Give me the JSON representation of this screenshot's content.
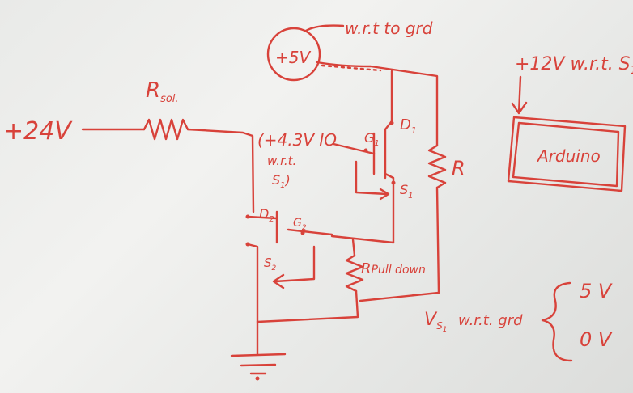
{
  "colors": {
    "ink": "#d8423a",
    "board": "#eeeeec"
  },
  "labels": {
    "plus24v": "+24V",
    "rsol_r": "R",
    "rsol_sub": "sol.",
    "plus5v": "+5V",
    "wrt_grd_top": "w.r.t to grd",
    "plus12v": "+12V w.r.t. S",
    "plus12v_sub": "1",
    "arduino": "Arduino",
    "io_line1": "(+4.3V  IO",
    "io_line2": "w.r.t.",
    "io_line3": "S",
    "io_line3_sub": "1",
    "io_line3_close": ")",
    "g1": "G",
    "g1_sub": "1",
    "d1": "D",
    "d1_sub": "1",
    "s1": "S",
    "s1_sub": "1",
    "r": "R",
    "d2": "D",
    "d2_sub": "2",
    "g2": "G",
    "g2_sub": "2",
    "s2": "S",
    "s2_sub": "2",
    "rpull_r": "R",
    "rpull_sub": "Pull down",
    "vs1": "V",
    "vs1_sub": "S",
    "vs1_sub2": "1",
    "vs1_wrt": "w.r.t.  grd",
    "five_v": "5 V",
    "zero_v": "0 V"
  }
}
